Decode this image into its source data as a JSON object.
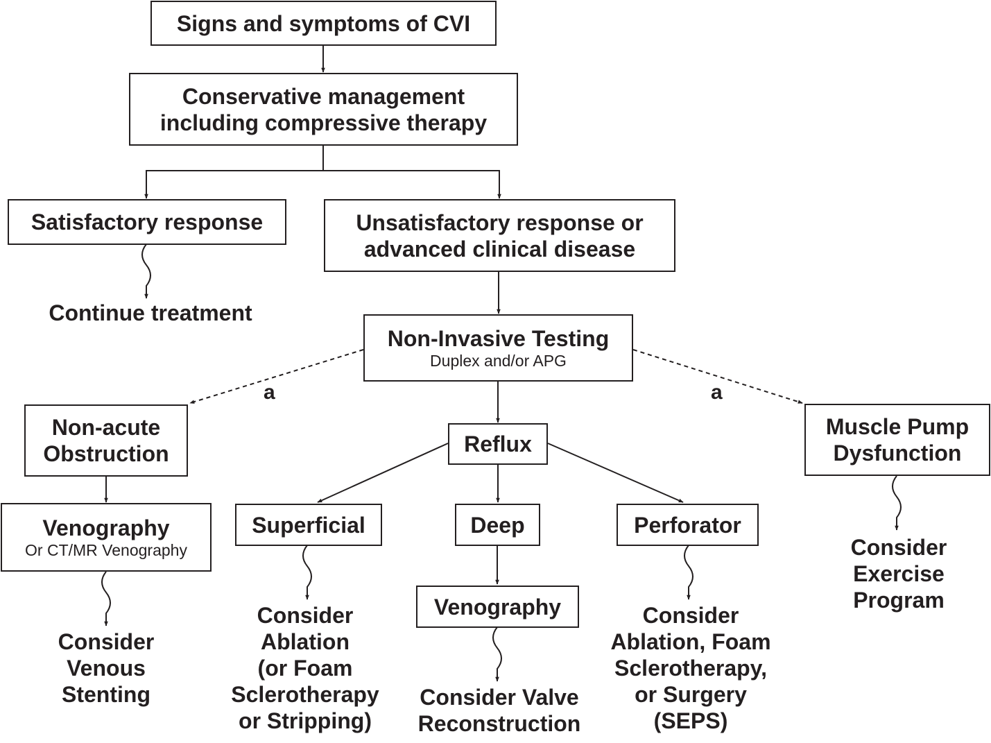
{
  "nodes": {
    "cvi": {
      "title": "Signs and symptoms of CVI"
    },
    "conservative": {
      "line1": "Conservative management",
      "line2": "including compressive therapy"
    },
    "satisfactory": {
      "title": "Satisfactory response"
    },
    "continue": {
      "title": "Continue treatment"
    },
    "unsatisfactory": {
      "line1": "Unsatisfactory response or",
      "line2": "advanced clinical disease"
    },
    "nit": {
      "title": "Non-Invasive Testing",
      "subtitle": "Duplex and/or APG"
    },
    "obstruction": {
      "line1": "Non-acute",
      "line2": "Obstruction"
    },
    "reflux": {
      "title": "Reflux"
    },
    "muscle": {
      "line1": "Muscle Pump",
      "line2": "Dysfunction"
    },
    "venography_left": {
      "title": "Venography",
      "subtitle": "Or CT/MR Venography"
    },
    "superficial": {
      "title": "Superficial"
    },
    "deep": {
      "title": "Deep"
    },
    "perforator": {
      "title": "Perforator"
    },
    "venography_deep": {
      "title": "Venography"
    },
    "stenting": {
      "line1": "Consider",
      "line2": "Venous",
      "line3": "Stenting"
    },
    "ablation": {
      "line1": "Consider",
      "line2": "Ablation",
      "line3": "(or Foam",
      "line4": "Sclerotherapy",
      "line5": "or Stripping)"
    },
    "valve": {
      "line1": "Consider Valve",
      "line2": "Reconstruction"
    },
    "perforator_tx": {
      "line1": "Consider",
      "line2": "Ablation, Foam",
      "line3": "Sclerotherapy,",
      "line4": "or Surgery",
      "line5": "(SEPS)"
    },
    "exercise": {
      "line1": "Consider",
      "line2": "Exercise",
      "line3": "Program"
    }
  },
  "edge_labels": {
    "left": "a",
    "right": "a"
  },
  "colors": {
    "ink": "#231f20",
    "background": "#ffffff"
  }
}
